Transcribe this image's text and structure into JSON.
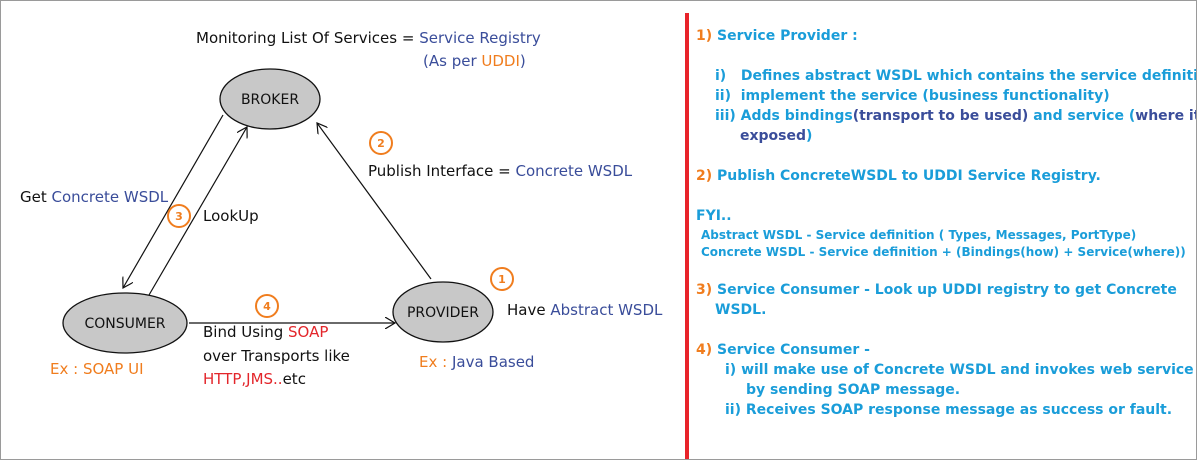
{
  "title": {
    "part1": "Monitoring List Of Services = ",
    "part2": "Service Registry",
    "sub_open": "(As per ",
    "sub_uddi": "UDDI",
    "sub_close": ")"
  },
  "nodes": {
    "broker": "BROKER",
    "consumer": "CONSUMER",
    "provider": "PROVIDER"
  },
  "badges": [
    "1",
    "2",
    "3",
    "4"
  ],
  "labels": {
    "publish_a": "Publish Interface = ",
    "publish_b": "Concrete WSDL",
    "get_a": "Get ",
    "get_b": "Concrete WSDL",
    "lookup": "LookUp",
    "have_a": "Have ",
    "have_b": "Abstract WSDL",
    "bind_a": "Bind Using ",
    "bind_b": "SOAP",
    "bind_line2": "over Transports like",
    "bind_line3_a": "HTTP,JMS..",
    "bind_line3_b": "etc",
    "ex_consumer": "Ex : SOAP UI",
    "ex_provider_a": "Ex : ",
    "ex_provider_b": "Java Based"
  },
  "notes": {
    "s1_num": "1)",
    "s1_title": "Service Provider :",
    "s1_i_num": "i)",
    "s1_i": "Defines abstract WSDL which contains the service definition",
    "s1_ii_num": "ii)",
    "s1_ii": "implement the service (business functionality)",
    "s1_iii_num": "iii)",
    "s1_iii_a": "Adds bindings",
    "s1_iii_b": "(transport to be used)",
    "s1_iii_c": " and service (",
    "s1_iii_d": "where it is",
    "s1_iii_e": "exposed",
    "s1_iii_f": ")",
    "s2_num": "2)",
    "s2": "Publish ConcreteWSDL to UDDI Service Registry.",
    "fyi": "FYI..",
    "fyi_1": "Abstract WSDL - Service definition ( Types, Messages, PortType)",
    "fyi_2": "Concrete WSDL - Service definition + (Bindings(how) + Service(where))",
    "s3_num": "3)",
    "s3_a": "Service Consumer - Look up UDDI registry to get Concrete",
    "s3_b": "WSDL.",
    "s4_num": "4)",
    "s4": "Service Consumer -",
    "s4_i": "i)  will make use of Concrete WSDL and invokes web service",
    "s4_i_b": "by sending SOAP message.",
    "s4_ii": "ii) Receives SOAP response message as success or fault."
  },
  "colors": {
    "blue": "#3a4d9a",
    "orange": "#f07d1e",
    "red": "#e3262b",
    "cyan": "#1a9dd9",
    "purple": "#7b3fa0",
    "node_fill": "#c8c8c8",
    "divider": "#e8232a"
  }
}
